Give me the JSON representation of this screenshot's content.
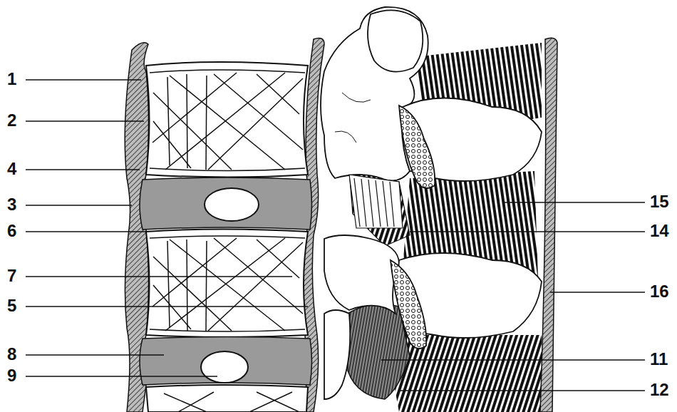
{
  "diagram": {
    "labels": [
      "1",
      "2",
      "4",
      "3",
      "6",
      "7",
      "5",
      "8",
      "9",
      "15",
      "14",
      "16",
      "11",
      "12"
    ]
  }
}
